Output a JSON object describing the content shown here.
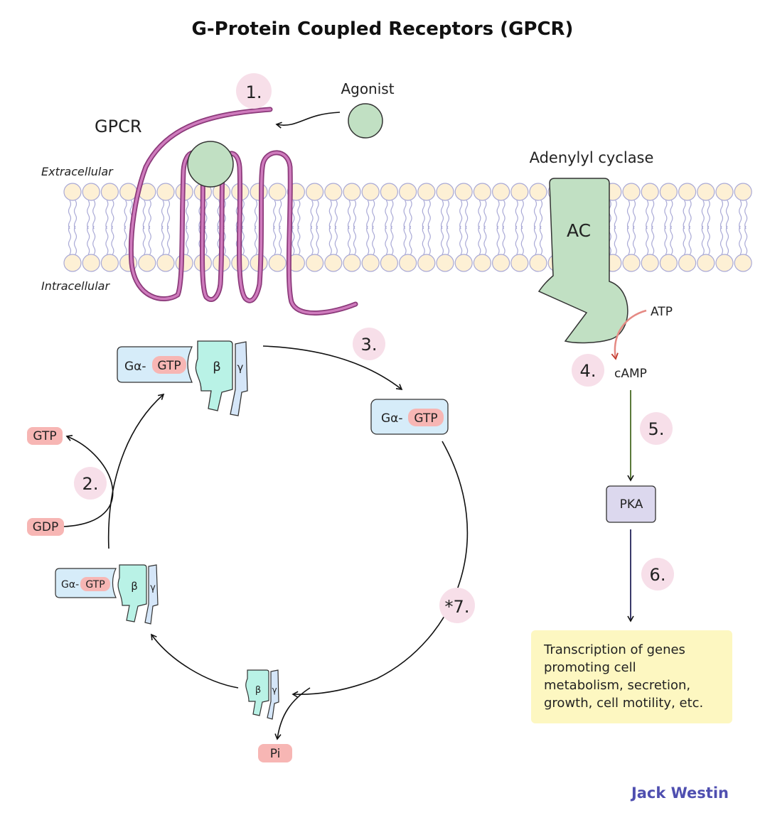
{
  "title": "G-Protein Coupled Receptors (GPCR)",
  "labels": {
    "agonist": "Agonist",
    "gpcr": "GPCR",
    "extracellular": "Extracellular",
    "intracellular": "Intracellular",
    "adenylyl_cyclase": "Adenylyl cyclase",
    "ac": "AC",
    "atp": "ATP",
    "camp": "cAMP",
    "pka": "PKA",
    "gtp": "GTP",
    "gdp": "GDP",
    "pi": "Pi",
    "g_alpha": "Gα-",
    "beta": "β",
    "gamma": "γ"
  },
  "steps": [
    "1.",
    "2.",
    "3.",
    "4.",
    "5.",
    "6.",
    "*7."
  ],
  "outcome_lines": [
    "Transcription of genes",
    "promoting cell",
    "metabolism, secretion,",
    "growth, cell motility, etc."
  ],
  "credit": "Jack Westin",
  "colors": {
    "membrane_head": "#fdf0d5",
    "membrane_stroke": "#a9a9d6",
    "receptor": "#b55ca0",
    "ligand": "#c1e0c3",
    "gtp_pill": "#f7b6b4",
    "step_circle": "#f7dfe9",
    "g_alpha_box": "#d6ecf9",
    "beta_fill": "#b9f2e6",
    "gamma_fill": "#d5e6f8",
    "pka_fill": "#dcd8ee",
    "outcome_box": "#fdf7c1",
    "credit": "#4f4fb0"
  }
}
